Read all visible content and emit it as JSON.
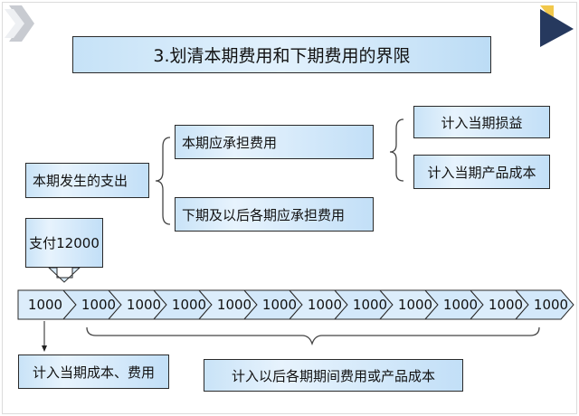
{
  "title": "3.划清本期费用和下期费用的界限",
  "current_expense": "本期发生的支出",
  "branch_current": "本期应承担费用",
  "branch_future": "下期及以后各期应承担费用",
  "result_loss": "计入当期损益",
  "result_product_cost": "计入当期产品成本",
  "payment": "支付12000",
  "periods": [
    "1000",
    "1000",
    "1000",
    "1000",
    "1000",
    "1000",
    "1000",
    "1000",
    "1000",
    "1000",
    "1000",
    "1000"
  ],
  "first_period_result": "计入当期成本、费用",
  "later_periods_result": "计入以后各期期间费用或产品成本",
  "colors": {
    "box_light": "#e7f3fd",
    "box_blue": "#c2dff7",
    "arrow_fill": "#d9ecfb",
    "brace": "#444444",
    "corner_navy": "#26395e",
    "corner_gold": "#f2c84b",
    "corner_gray": "#c8cbd1"
  }
}
